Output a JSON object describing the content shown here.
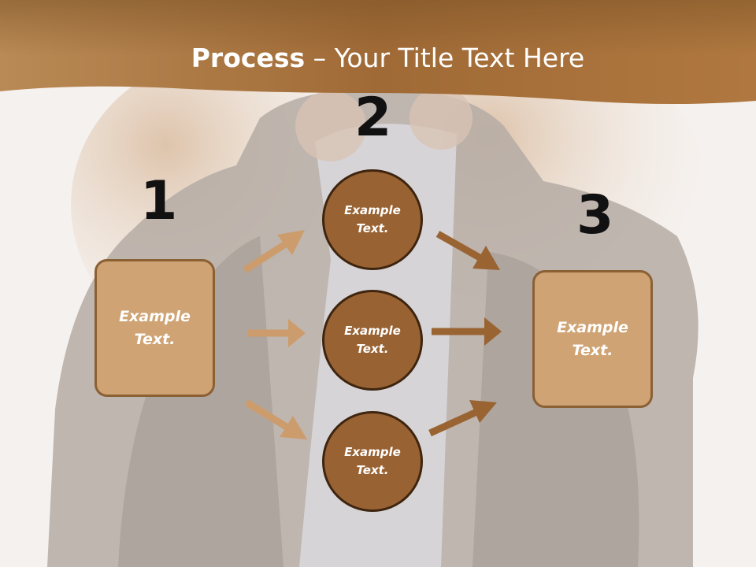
{
  "slide": {
    "title_bold": "Process",
    "title_rest": " – Your Title Text Here"
  },
  "steps": {
    "one": "1",
    "two": "2",
    "three": "3"
  },
  "nodes": {
    "left_box": "Example\nText.",
    "circle_top": "Example\nText.",
    "circle_mid": "Example\nText.",
    "circle_bottom": "Example\nText.",
    "right_box": "Example\nText."
  },
  "colors": {
    "header_band": "#a8733d",
    "box_fill": "#cfa373",
    "box_border": "#8a6034",
    "circle_fill": "#996232",
    "circle_border": "#3e2510",
    "arrow_light": "#cc9c6c",
    "arrow_dark": "#9a6432"
  }
}
